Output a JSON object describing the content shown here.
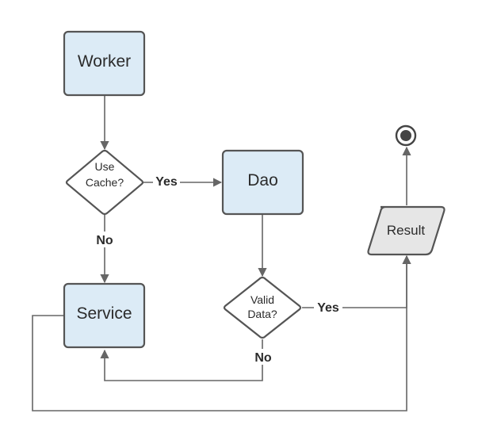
{
  "diagram": {
    "colors": {
      "process_fill": "#dcebf6",
      "output_fill": "#e6e6e6",
      "decision_fill": "#ffffff",
      "stroke": "#555555",
      "line": "#666666"
    },
    "nodes": {
      "worker": {
        "label": "Worker"
      },
      "use_cache": {
        "line1": "Use",
        "line2": "Cache?"
      },
      "dao": {
        "label": "Dao"
      },
      "service": {
        "label": "Service"
      },
      "valid_data": {
        "line1": "Valid",
        "line2": "Data?"
      },
      "result": {
        "label": "Result"
      },
      "end": {
        "icon": "end-state-icon"
      }
    },
    "edges": {
      "cache_yes": "Yes",
      "cache_no": "No",
      "valid_yes": "Yes",
      "valid_no": "No"
    }
  }
}
